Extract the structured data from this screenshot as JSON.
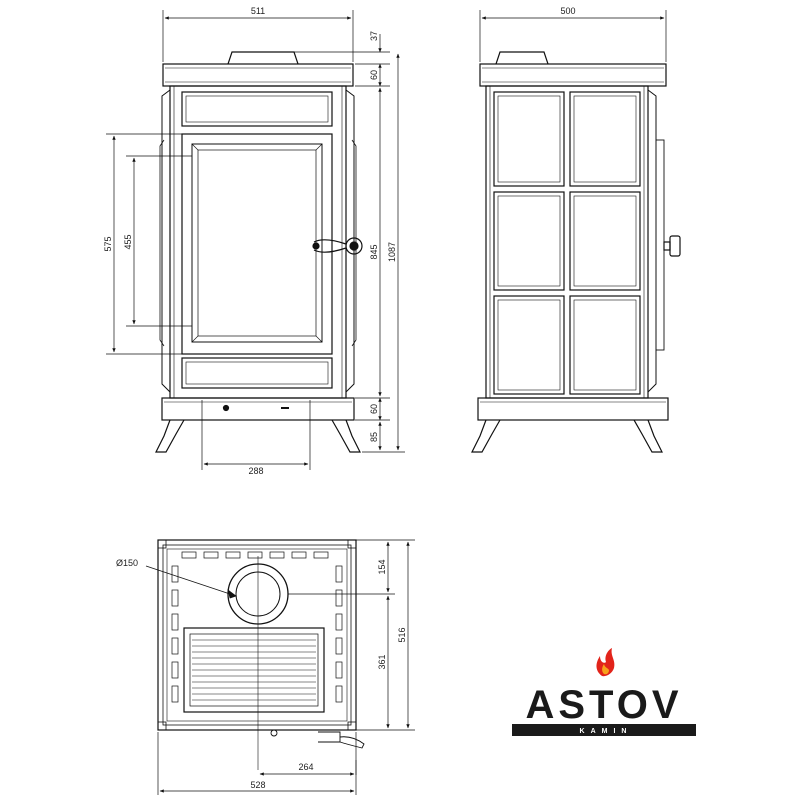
{
  "front_view": {
    "dims": {
      "overall_width": "511",
      "top_offset": "37",
      "top_band": "60",
      "door_outer_height": "575",
      "door_inner_height": "455",
      "door_section": "845",
      "overall_height": "1087",
      "lower_band": "60",
      "leg_height": "85",
      "door_width": "288"
    }
  },
  "side_view": {
    "dims": {
      "overall_depth": "500"
    }
  },
  "top_view": {
    "dims": {
      "flue_diameter": "Ø150",
      "flue_offset": "154",
      "overall_depth": "516",
      "flue_to_back": "361",
      "flue_center_x": "264",
      "overall_width": "528"
    }
  },
  "logo": {
    "name": "ASTOV",
    "tagline": "KAMIN",
    "flame_color": "#e2231a"
  },
  "icons": [
    "flame-icon",
    "door-handle-icon",
    "knob-icon"
  ]
}
